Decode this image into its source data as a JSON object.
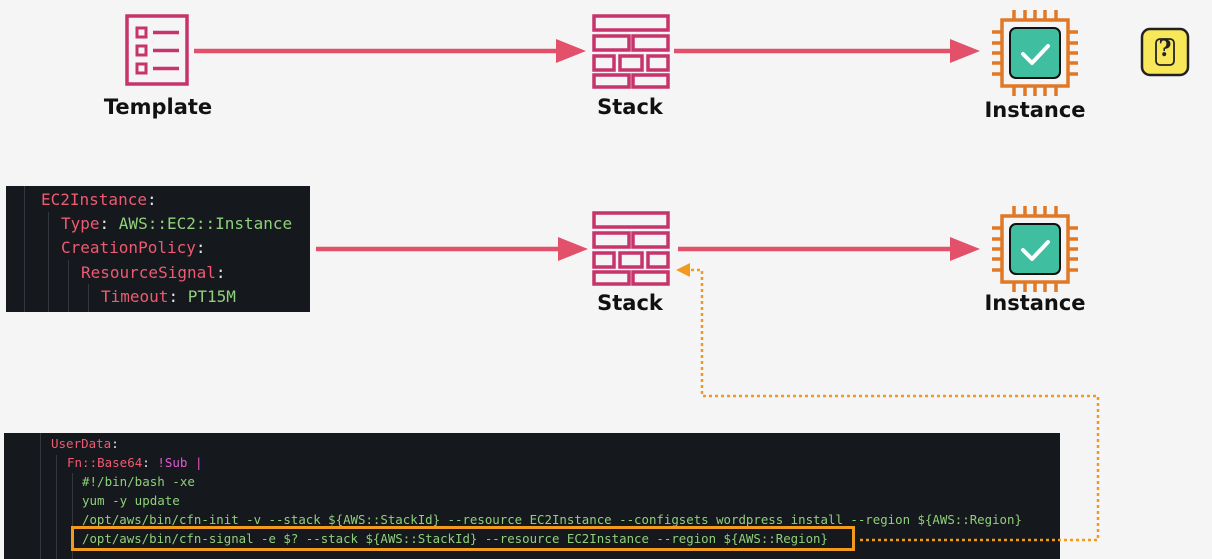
{
  "labels": {
    "template": "Template",
    "stack_top": "Stack",
    "instance_top": "Instance",
    "stack_mid": "Stack",
    "instance_mid": "Instance",
    "help_glyph": "?"
  },
  "colors": {
    "arrow": "#e2506a",
    "template_icon": "#c7336b",
    "stack_icon": "#c7336b",
    "instance_orange": "#e07826",
    "instance_green": "#3fbfa0",
    "signal_dotted": "#f29a1d",
    "help_bg": "#f9e75a"
  },
  "icons": {
    "template": "template-list-icon",
    "stack": "stack-bricks-icon",
    "instance": "ec2-chip-icon",
    "help": "question-mark-icon"
  },
  "yaml": {
    "l1_key": "EC2Instance",
    "l1_colon": ":",
    "l2_key": "Type",
    "l2_colon": ": ",
    "l2_val": "AWS::EC2::Instance",
    "l3_key": "CreationPolicy",
    "l3_colon": ":",
    "l4_key": "ResourceSignal",
    "l4_colon": ":",
    "l5_key": "Timeout",
    "l5_colon": ": ",
    "l5_val": "PT15M"
  },
  "userdata": {
    "l1_key": "UserData",
    "l1_colon": ":",
    "l2_key": "Fn::Base64",
    "l2_colon": ": ",
    "l2_val": "!Sub |",
    "l3": "#!/bin/bash -xe",
    "l4": "yum -y update",
    "l5": "/opt/aws/bin/cfn-init -v --stack ${AWS::StackId} --resource EC2Instance --configsets wordpress_install --region ${AWS::Region}",
    "l6": "/opt/aws/bin/cfn-signal -e $? --stack ${AWS::StackId} --resource EC2Instance --region ${AWS::Region}"
  }
}
